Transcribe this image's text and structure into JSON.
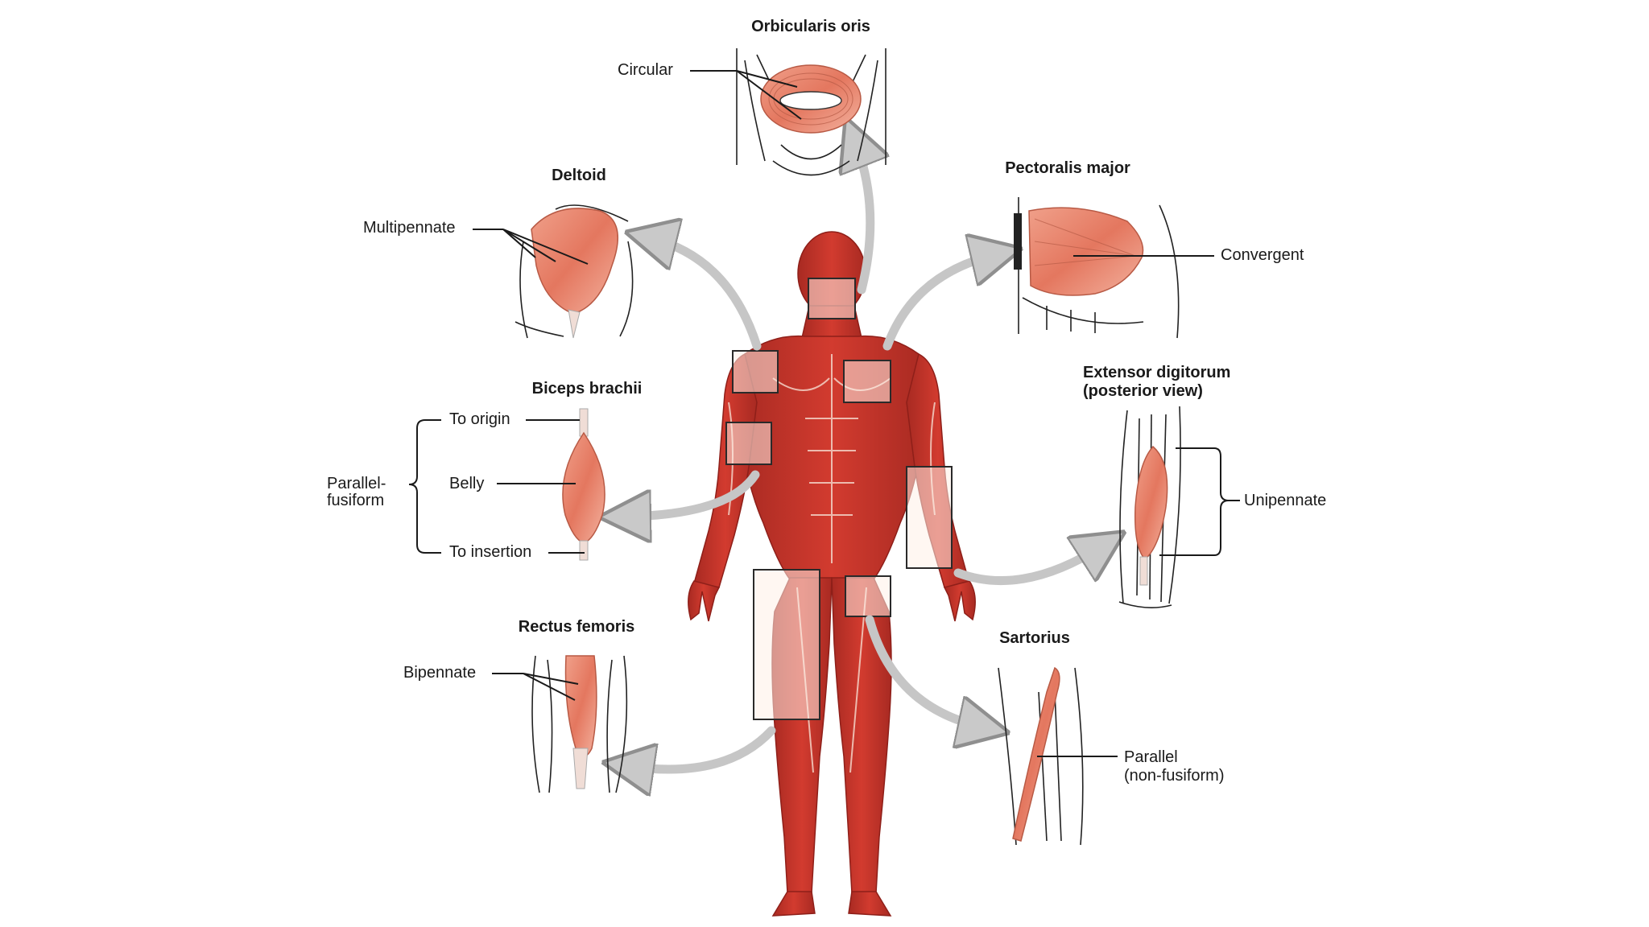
{
  "colors": {
    "muscle": "#c8332a",
    "muscle_dark": "#9e231d",
    "muscle_light": "#e7806a",
    "tendon": "#f2dcd3",
    "arrow": "#c9c9c9",
    "line": "#1a1a1a"
  },
  "figure": {
    "name": "anterior-muscular-system"
  },
  "panels": {
    "orbicularis": {
      "title": "Orbicularis oris",
      "label": "Circular"
    },
    "deltoid": {
      "title": "Deltoid",
      "label": "Multipennate"
    },
    "pectoralis": {
      "title": "Pectoralis major",
      "label": "Convergent"
    },
    "biceps": {
      "title": "Biceps brachii",
      "to_origin": "To origin",
      "belly": "Belly",
      "to_insertion": "To insertion",
      "group_line1": "Parallel-",
      "group_line2": "fusiform"
    },
    "extensor": {
      "title_line1": "Extensor digitorum",
      "title_line2": "(posterior view)",
      "label": "Unipennate"
    },
    "rectus": {
      "title": "Rectus femoris",
      "label": "Bipennate"
    },
    "sartorius": {
      "title": "Sartorius",
      "label_line1": "Parallel",
      "label_line2": "(non-fusiform)"
    }
  }
}
